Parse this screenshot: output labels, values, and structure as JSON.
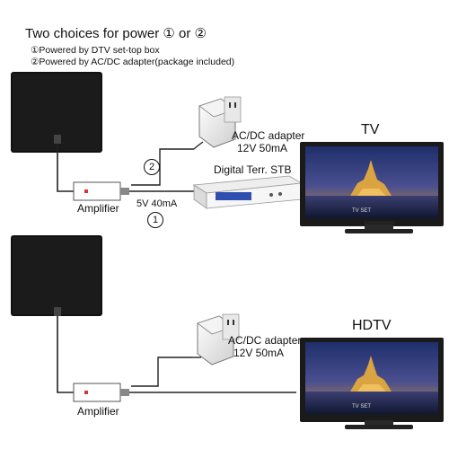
{
  "header": {
    "title": "Two choices for power ① or ②",
    "option1": "①Powered by DTV set-top box",
    "option2": "②Powered by AC/DC adapter(package included)"
  },
  "top_setup": {
    "adapter_label_line1": "AC/DC adapter",
    "adapter_label_line2": "12V 50mA",
    "tv_label": "TV",
    "stb_label": "Digital Terr. STB",
    "stb_power": "5V 40mA",
    "amplifier_label": "Amplifier",
    "badge_adapter": "2",
    "badge_stb": "1",
    "tv_brand": "TV SET"
  },
  "bottom_setup": {
    "adapter_label_line1": "AC/DC adapter",
    "adapter_label_line2": "12V 50mA",
    "tv_label": "HDTV",
    "amplifier_label": "Amplifier",
    "tv_brand": "TV SET"
  },
  "colors": {
    "antenna": "#111111",
    "cable": "#222222",
    "stb_display": "#2e4fb0",
    "tv_bezel": "#1a1a1a"
  }
}
